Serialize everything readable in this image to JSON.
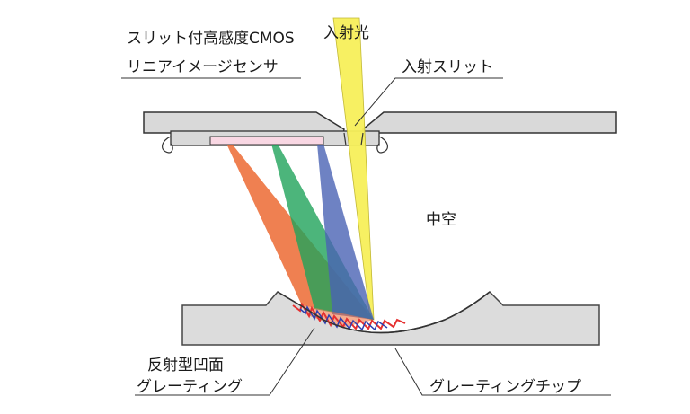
{
  "labels": {
    "sensor_line1": "スリット付高感度CMOS",
    "sensor_line2": "リニアイメージセンサ",
    "incident_light": "入射光",
    "entrance_slit": "入射スリット",
    "hollow": "中空",
    "concave_line1": "反射型凹面",
    "concave_line2": "グレーティング",
    "grating_chip": "グレーティングチップ"
  },
  "colors": {
    "plate_fill": "#d9d9d9",
    "outline": "#333333",
    "sensor_fill": "#f9d7e3",
    "incident_beam": "#f7f05a",
    "red_beam": "#ec6a33",
    "green_beam": "#1fa25a",
    "blue_beam": "#4a63b4",
    "grating_red": "#e53030",
    "grating_blue": "#2d3fb0"
  }
}
